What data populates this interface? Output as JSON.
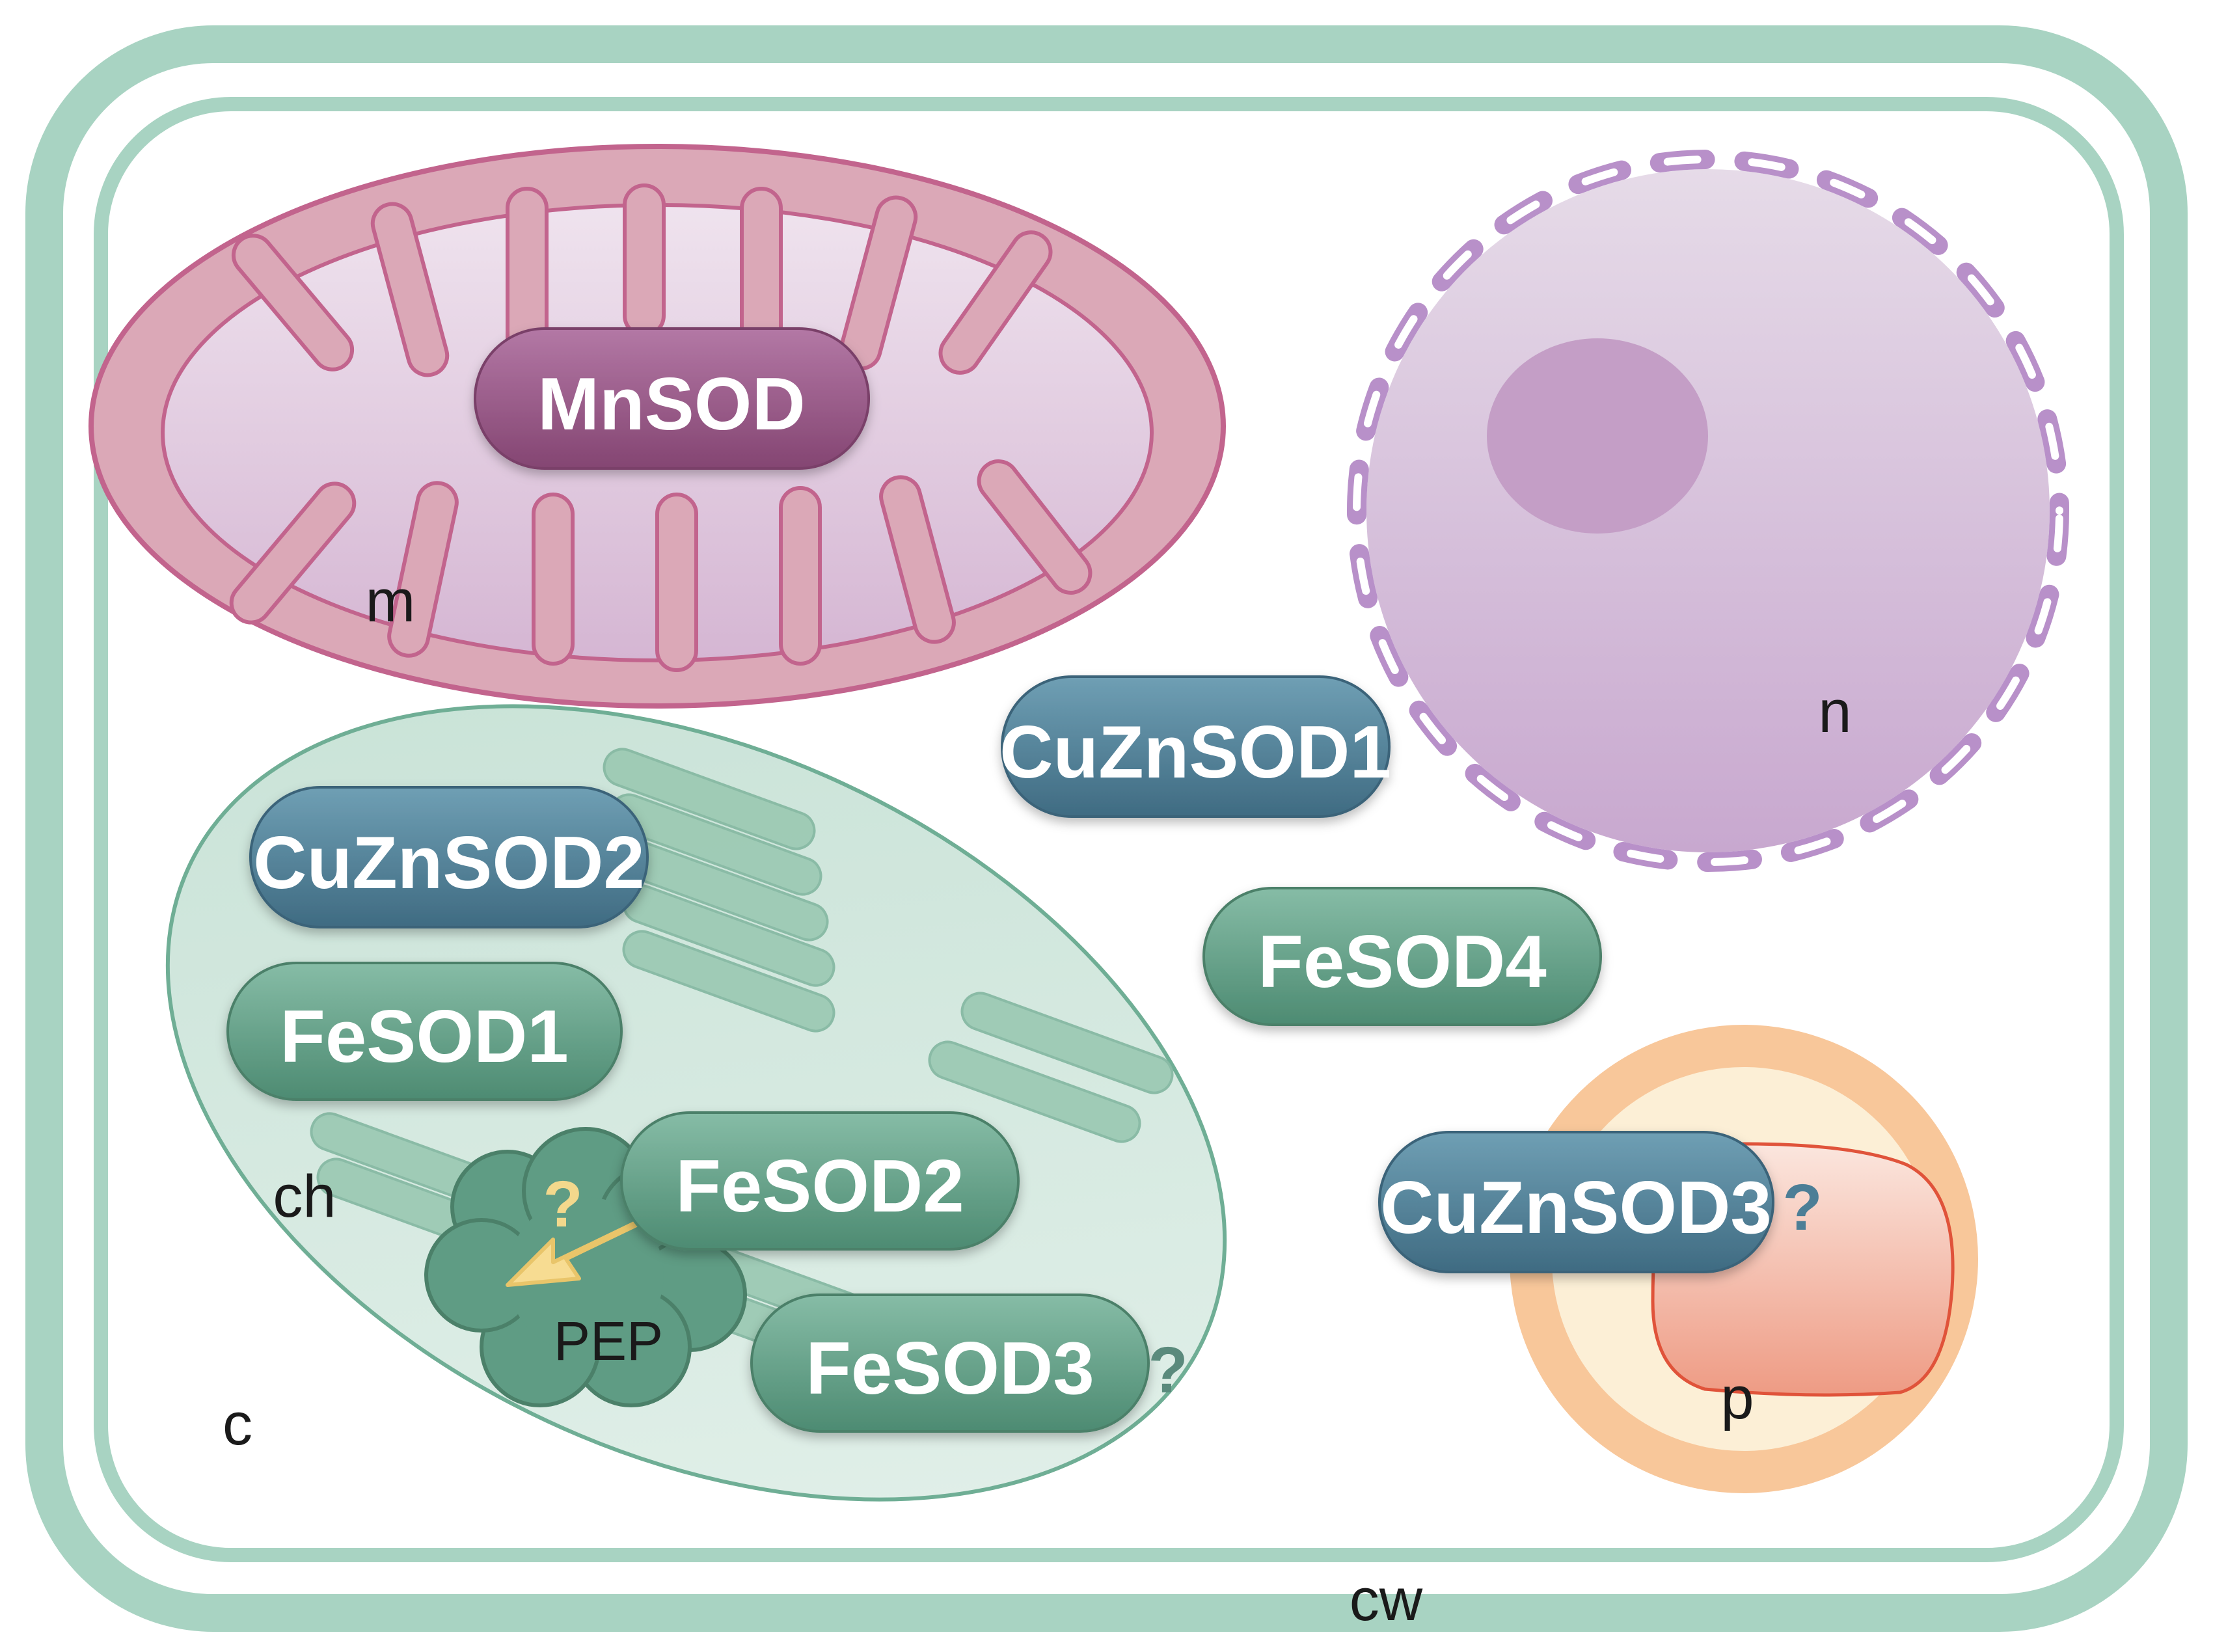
{
  "labels": {
    "mitochondrion": "m",
    "nucleus": "n",
    "chloroplast": "ch",
    "cytosol": "c",
    "peroxisome": "p",
    "cell_wall": "cw",
    "pep": "PEP"
  },
  "enzymes": {
    "mnsod": "MnSOD",
    "cuznsod1": "CuZnSOD1",
    "cuznsod2": "CuZnSOD2",
    "cuznsod3": "CuZnSOD3",
    "fesod1": "FeSOD1",
    "fesod2": "FeSOD2",
    "fesod3": "FeSOD3",
    "fesod4": "FeSOD4"
  },
  "question_marks": {
    "pep_link": "?",
    "fesod3": "?",
    "cuznsod3": "?"
  },
  "colors": {
    "cell_wall": "#a8d3c2",
    "mitochondrion_outer": "#dba8b7",
    "mitochondrion_stroke": "#c2648d",
    "mitochondrion_inner": "#e7d6e7",
    "mnsod_pill": "#93507f",
    "nucleus": "#d9c6dd",
    "nucleolus": "#c49ec6",
    "nuclear_envelope": "#b48ac6",
    "chloroplast": "#d7eae2",
    "chloroplast_stroke": "#6fae95",
    "thylakoid": "#9ccab4",
    "cuznsod_pill": "#4c7e96",
    "fesod_pill": "#5e9e85",
    "peroxisome_outer": "#f8c79a",
    "peroxisome_mid": "#fcefd6",
    "peroxisome_core": "#f2a690",
    "arrow": "#f7dc92",
    "question_pep": "#f3d88c",
    "question_other": "#5a8a7c"
  }
}
